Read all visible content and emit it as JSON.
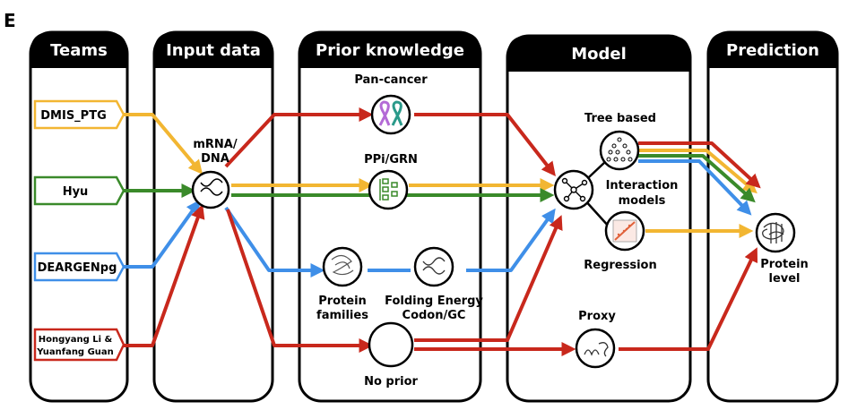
{
  "panel_letter": "E",
  "columns": [
    "Teams",
    "Input data",
    "Prior knowledge",
    "Model",
    "Prediction"
  ],
  "teams": [
    "DMIS_PTG",
    "Hyu",
    "DEARGENpg",
    "Hongyang Li &",
    "Yuanfang Guan"
  ],
  "input": {
    "line1": "mRNA/",
    "line2": "DNA"
  },
  "prior": {
    "pan_cancer": "Pan-cancer",
    "ppi_grn": "PPi/GRN",
    "protein_families_1": "Protein",
    "protein_families_2": "families",
    "folding_1": "Folding Energy",
    "folding_2": "Codon/GC",
    "no_prior": "No prior"
  },
  "model": {
    "tree_based": "Tree based",
    "interaction_1": "Interaction",
    "interaction_2": "models",
    "regression": "Regression",
    "proxy": "Proxy"
  },
  "prediction": {
    "line1": "Protein",
    "line2": "level"
  },
  "colors": {
    "team1": "#f2b632",
    "team2": "#3a8a2a",
    "team3": "#3f8fe8",
    "team4": "#c8281c",
    "header": "#000000"
  }
}
